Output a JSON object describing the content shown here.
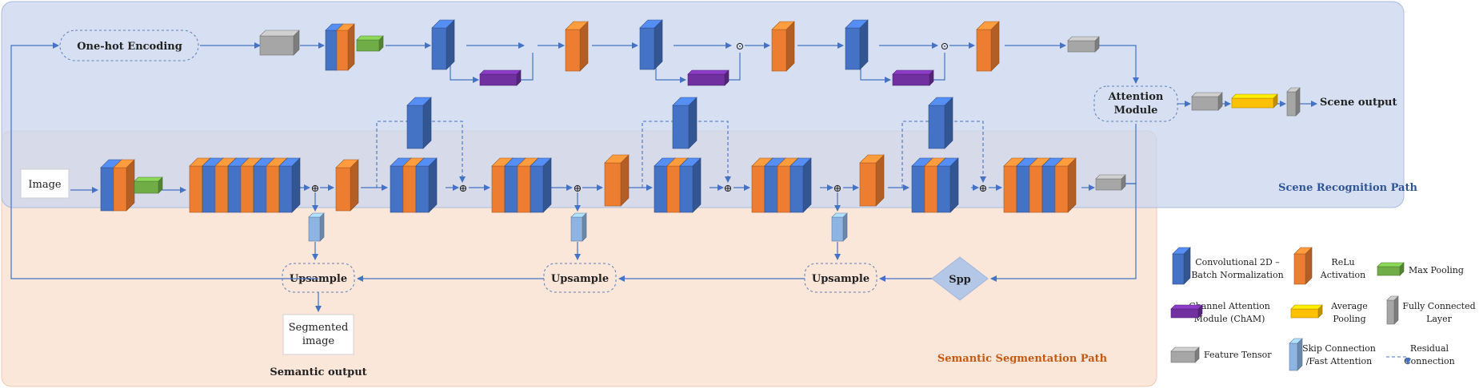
{
  "nodes": {
    "onehot": "One-hot Encoding",
    "image": "Image",
    "attention": [
      "Attention",
      "Module"
    ],
    "scene_output": "Scene output",
    "upsample": "Upsample",
    "spp": "Spp",
    "segmented": [
      "Segmented",
      "image"
    ],
    "semantic_output": "Semantic output",
    "mul": "⊙",
    "add": "⊕"
  },
  "paths": {
    "scene": "Scene Recognition Path",
    "semantic": "Semantic Segmentation Path"
  },
  "legend": {
    "conv": [
      "Convolutional 2D –",
      "Batch Normalization"
    ],
    "relu": [
      "ReLu",
      "Activation"
    ],
    "maxpool": "Max Pooling",
    "cham": [
      "Channel Attention",
      "Module (ChAM)"
    ],
    "avgpool": [
      "Average",
      "Pooling"
    ],
    "fc": [
      "Fully Connected",
      "Layer"
    ],
    "tensor": "Feature Tensor",
    "skip": [
      "Skip Connection",
      "/Fast Attention"
    ],
    "residual": [
      "Residual",
      "Connection"
    ]
  },
  "colors": {
    "scene_bg": "#d7e0f1",
    "semantic_bg": "#fbe6da",
    "blue": "#4472c4",
    "orange": "#ed7d31",
    "green": "#70ad47",
    "purple": "#7030a0",
    "yellow": "#ffc000",
    "gray": "#a6a6a6",
    "light_blue": "#8eb4e3",
    "path_title": "#2f5597",
    "semantic_title": "#c55a11"
  }
}
